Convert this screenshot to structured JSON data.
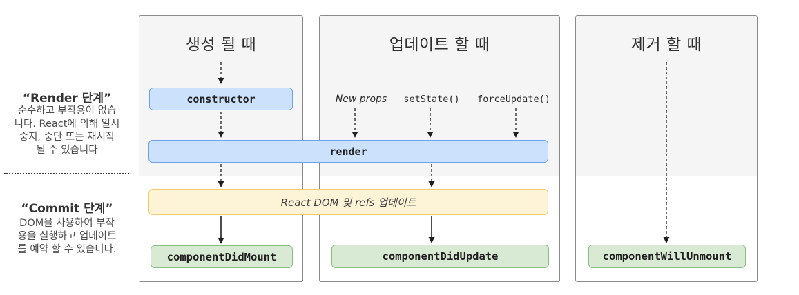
{
  "sidebar": {
    "render_phase": {
      "title": "“Render 단계”",
      "lines": [
        "순수하고 부작용이 없습",
        "니다. React에 의해 일시",
        "중지, 중단 또는 재시작",
        "될 수 있습니다"
      ]
    },
    "commit_phase": {
      "title": "“Commit 단계”",
      "lines": [
        "DOM을 사용하여 부작",
        "용을 실행하고 업데이트",
        "를 예약 할 수 있습니다."
      ]
    }
  },
  "columns": {
    "mount": {
      "header": "생성 될 때"
    },
    "update": {
      "header": "업데이트 할 때",
      "triggers": [
        "New props",
        "setState()",
        "forceUpdate()"
      ]
    },
    "unmount": {
      "header": "제거 할 때"
    }
  },
  "boxes": {
    "constructor": "constructor",
    "render": "render",
    "react_dom_update": "React DOM 및 refs 업데이트",
    "component_did_mount": "componentDidMount",
    "component_did_update": "componentDidUpdate",
    "component_will_unmount": "componentWillUnmount"
  },
  "colors": {
    "lifecycle_box_fill": "#cce1fb",
    "lifecycle_box_border": "#6da2ee",
    "side_effect_box_fill": "#fdf3d6",
    "side_effect_box_border": "#efce6a",
    "commit_box_fill": "#d8e9d4",
    "commit_box_border": "#86c181",
    "panel_top_fill": "#f5f5f6",
    "panel_border": "#8a8a8a"
  }
}
